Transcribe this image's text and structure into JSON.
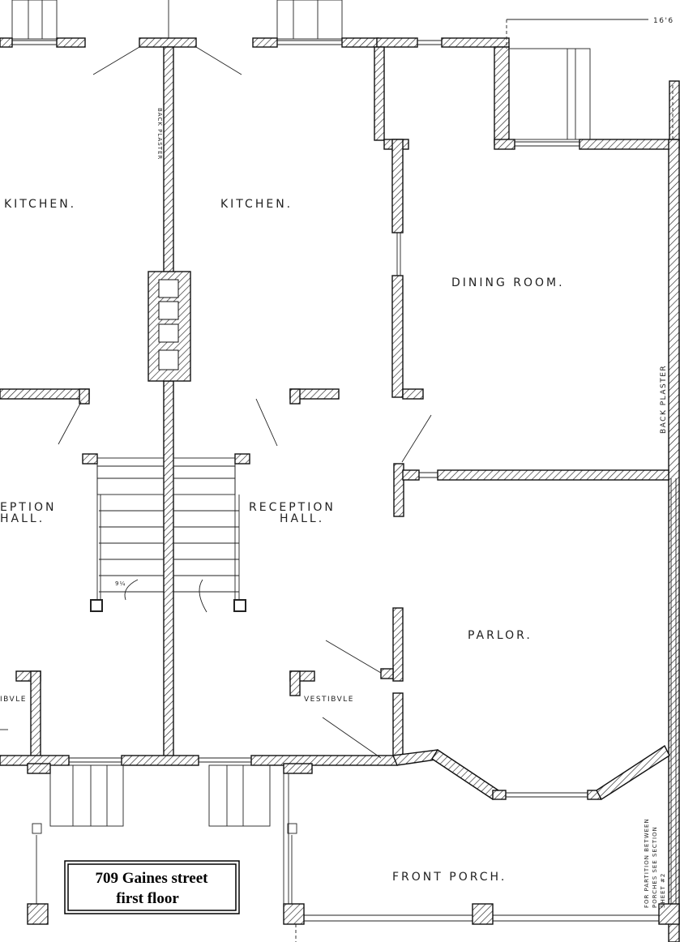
{
  "rooms": {
    "kitchen_left": "KITCHEN.",
    "kitchen_right": "KITCHEN.",
    "dining_room": "DINING ROOM.",
    "reception_hall_left_1": "EPTION",
    "reception_hall_left_2": "HALL.",
    "reception_hall_1": "RECEPTION",
    "reception_hall_2": "HALL.",
    "parlor": "PARLOR.",
    "vestibule": "VESTIBVLE",
    "vestibule_left": "IBVLE",
    "front_porch": "FRONT PORCH."
  },
  "notes": {
    "back_plaster_left": "BACK PLASTER",
    "back_plaster_right": "BACK PLASTER",
    "dimension_top": "16'6",
    "porch_note_1": "FOR PARTITION BETWEEN",
    "porch_note_2": "PORCHES SEE SECTION",
    "porch_note_3": "SHEET #2",
    "stair_note": "9¼"
  },
  "caption": {
    "line1": "709 Gaines street",
    "line2": "first floor"
  }
}
